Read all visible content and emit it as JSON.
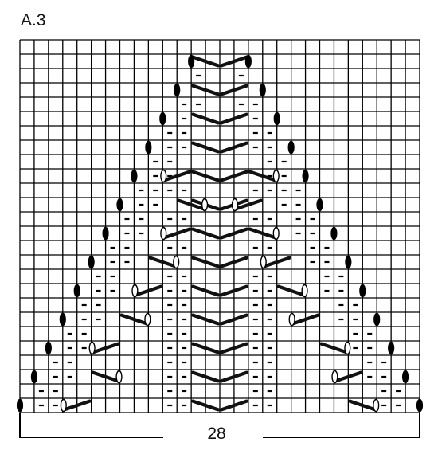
{
  "diagram": {
    "title": "A.3",
    "stitch_count_label": "28",
    "stitches": 28,
    "rows": 26,
    "symbols": {
      "grid_line": "#000000",
      "purl_dash": "#000000",
      "slanted_bar": "#111111",
      "filled_oval": "#000000",
      "open_oval": "#ffffff"
    }
  }
}
